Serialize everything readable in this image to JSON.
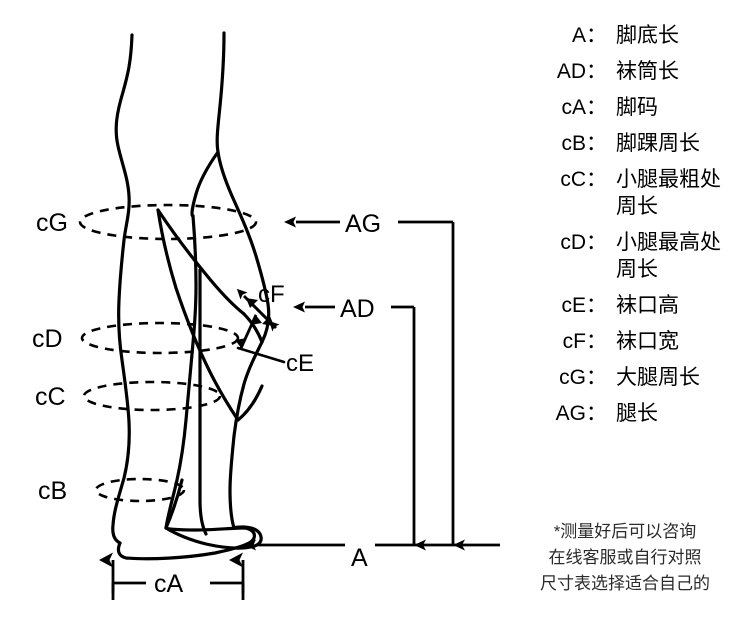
{
  "figure": {
    "title_alt": "腿部测量示意图",
    "labels": {
      "cG": "cG",
      "cD": "cD",
      "cC": "cC",
      "cB": "cB",
      "cA": "cA",
      "cE": "cE",
      "cF": "cF",
      "AD": "AD",
      "AG": "AG",
      "A": "A"
    },
    "colors": {
      "stroke": "#000000",
      "background": "#ffffff",
      "footnote_text": "#2b2b2b"
    }
  },
  "legend": {
    "items": [
      {
        "key": "A",
        "value": "脚底长"
      },
      {
        "key": "AD",
        "value": "袜筒长"
      },
      {
        "key": "cA",
        "value": "脚码"
      },
      {
        "key": "cB",
        "value": "脚踝周长"
      },
      {
        "key": "cC",
        "value": "小腿最粗处\n周长"
      },
      {
        "key": "cD",
        "value": "小腿最高处\n周长"
      },
      {
        "key": "cE",
        "value": "袜口高"
      },
      {
        "key": "cF",
        "value": "袜口宽"
      },
      {
        "key": "cG",
        "value": "大腿周长"
      },
      {
        "key": "AG",
        "value": "腿长"
      }
    ],
    "separator": "："
  },
  "footnote": {
    "text": "*测量好后可以咨询\n在线客服或自行对照\n尺寸表选择适合自己的"
  }
}
